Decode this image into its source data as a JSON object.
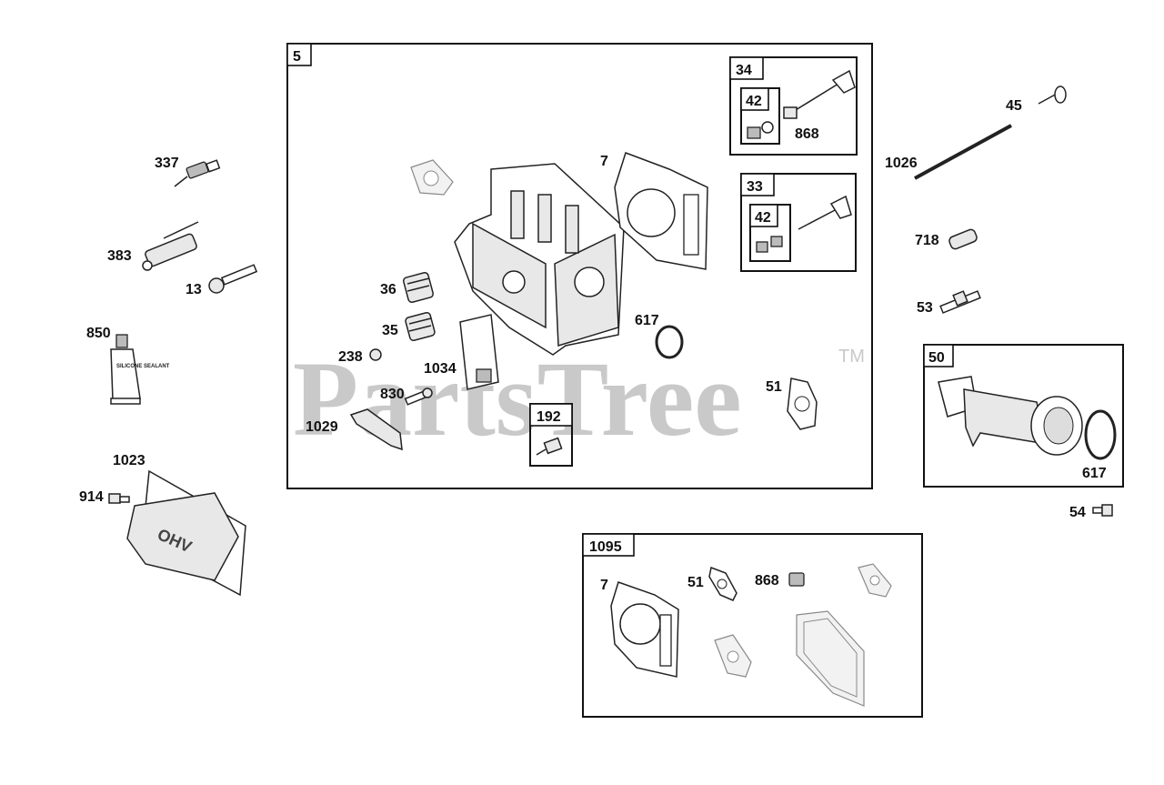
{
  "watermark": {
    "text": "PartsTree",
    "trademark": "TM"
  },
  "groups": {
    "cylinder_head": "5",
    "exhaust_valve": "34",
    "intake_valve": "33",
    "valve_keeper_a": "42",
    "valve_keeper_b": "42",
    "breather": "192",
    "manifold": "50",
    "gasket_set": "1095"
  },
  "labels": {
    "p337": "337",
    "p383": "383",
    "p13": "13",
    "p850": "850",
    "p1023": "1023",
    "p914": "914",
    "p7": "7",
    "p868": "868",
    "p36": "36",
    "p35": "35",
    "p238": "238",
    "p1034": "1034",
    "p830": "830",
    "p1029": "1029",
    "p617": "617",
    "p51": "51",
    "p45": "45",
    "p1026": "1026",
    "p718": "718",
    "p53": "53",
    "p617b": "617",
    "p54": "54",
    "k7": "7",
    "k51": "51",
    "k868": "868"
  },
  "product_text": {
    "sealant": "SILICONE SEALANT",
    "cover": "OHV"
  }
}
